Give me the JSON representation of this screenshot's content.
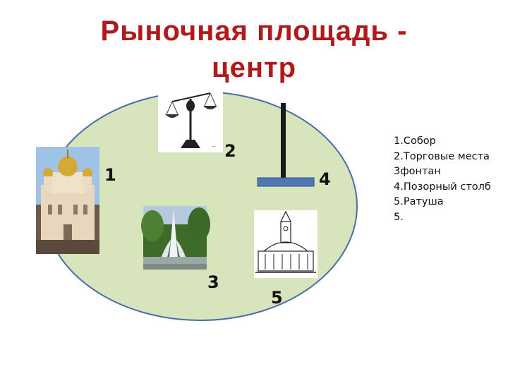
{
  "slide": {
    "title_line1": "Рыночная площадь -",
    "title_line2": "центр"
  },
  "markers": {
    "n1": "1",
    "n2": "2",
    "n3": "3",
    "n4": "4",
    "n5": "5"
  },
  "legend": {
    "items": [
      "1.Собор",
      "2.Торговые места",
      "3фонтан",
      "4.Позорный столб",
      "5.Ратуша",
      "5."
    ]
  },
  "colors": {
    "title": "#b01a1a",
    "square_fill": "#d8e4bc",
    "square_stroke": "#4a6fa5",
    "pillory": "#4f77b5"
  },
  "icons": {
    "cathedral": "cathedral-photo",
    "scales": "balance-scales-drawing",
    "fountain": "fountain-photo",
    "town_hall": "town-hall-drawing",
    "pillory": "pillory-post"
  }
}
